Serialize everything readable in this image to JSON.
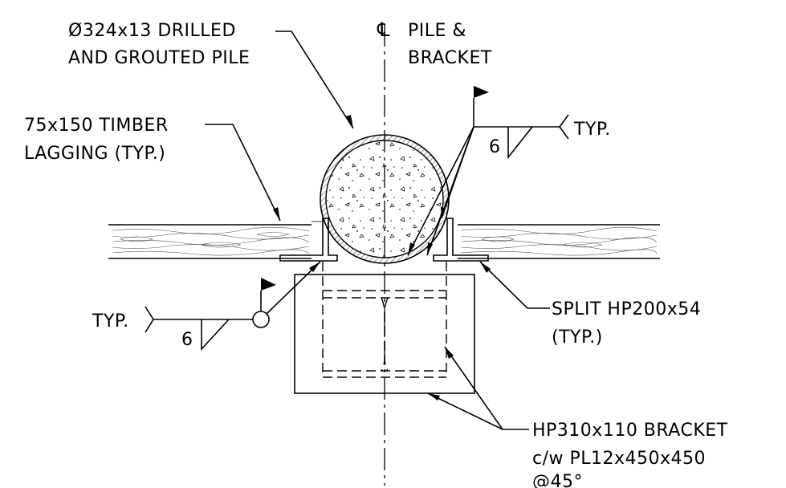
{
  "labels": {
    "pile": [
      "Ø324x13 DRILLED",
      "AND GROUTED PILE"
    ],
    "centerline_symbol": "℄",
    "centerline": [
      "PILE &",
      "BRACKET"
    ],
    "lagging": [
      "75x150 TIMBER",
      "LAGGING (TYP.)"
    ],
    "weld_top_typ": "TYP.",
    "weld_top_size": "6",
    "weld_left_typ": "TYP.",
    "weld_left_size": "6",
    "split": [
      "SPLIT HP200x54",
      "(TYP.)"
    ],
    "bracket": [
      "HP310x110 BRACKET",
      "c/w PL12x450x450",
      "@45°"
    ]
  }
}
